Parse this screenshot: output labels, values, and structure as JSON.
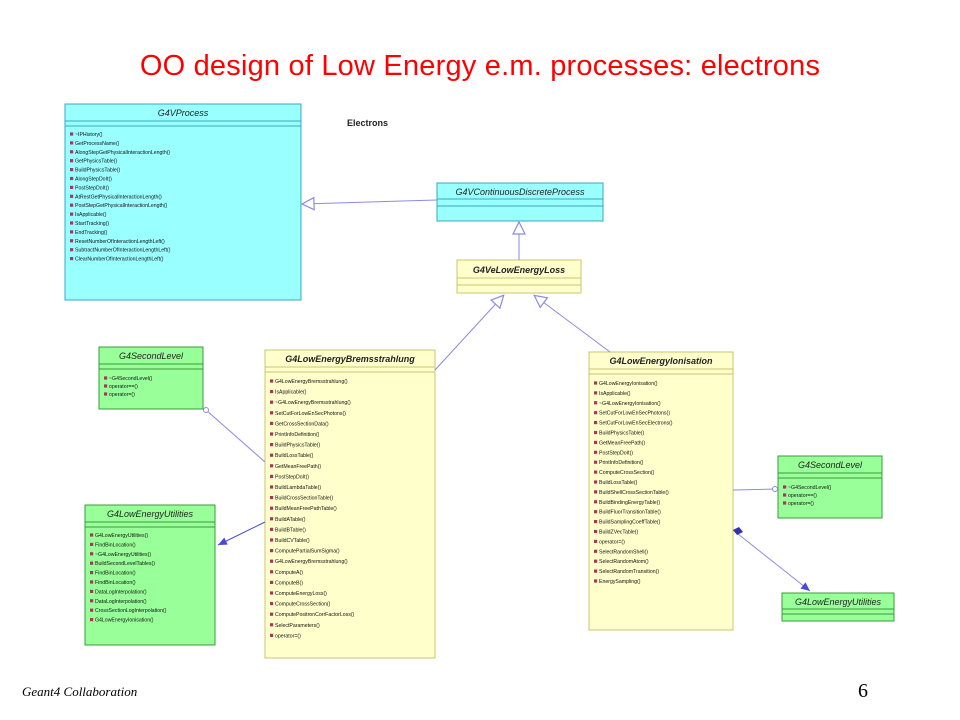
{
  "title": "OO design of Low Energy e.m. processes: electrons",
  "diagram_label": "Electrons",
  "footer": {
    "organization": "Geant4 Collaboration",
    "page_number": "6"
  },
  "colors": {
    "title": "#ff0000",
    "blue_class": "#99ffff",
    "blue_border": "#3aa7c2",
    "yellow_class": "#ffffcc",
    "yellow_border": "#c9c66f",
    "green_class": "#99ff99",
    "green_border": "#3b9a3b",
    "line": "#8a8ae6"
  },
  "classes": {
    "g4vprocess": {
      "name": "G4VProcess",
      "ops": [
        "~IPHistory()",
        "GetProcessName()",
        "AlongStepGetPhysicalInteractionLength()",
        "GetPhysicsTable()",
        "BuildPhysicsTable()",
        "AlongStepDoIt()",
        "PostStepDoIt()",
        "AtRestGetPhysicalInteractionLength()",
        "PostStepGetPhysicalInteractionLength()",
        "IsApplicable()",
        "StartTracking()",
        "EndTracking()",
        "ResetNumberOfInteractionLengthLeft()",
        "SubtractNumberOfInteractionLengthLeft()",
        "ClearNumberOfInteractionLengthLeft()"
      ]
    },
    "continuous_discrete": {
      "name": "G4VContinuousDiscreteProcess"
    },
    "low_energy_loss": {
      "name": "G4VeLowEnergyLoss"
    },
    "bremsstrahlung": {
      "name": "G4LowEnergyBremsstrahlung",
      "ops": [
        "G4LowEnergyBremsstrahlung()",
        "IsApplicable()",
        "~G4LowEnergyBremsstrahlung()",
        "SetCutForLowEnSecPhotons()",
        "GetCrossSectionData()",
        "PrintInfoDefinition()",
        "BuildPhysicsTable()",
        "BuildLossTable()",
        "GetMeanFreePath()",
        "PostStepDoIt()",
        "BuildLambdaTable()",
        "BuildCrossSectionTable()",
        "BuildMeanFreePathTable()",
        "BuildATable()",
        "BuildBTable()",
        "BuildCVTable()",
        "ComputePartialSumSigma()",
        "G4LowEnergyBremsstrahlung()",
        "ComputeA()",
        "ComputeB()",
        "ComputeEnergyLoss()",
        "ComputeCrossSection()",
        "ComputePositronCorrFactorLoss()",
        "SelectParameters()",
        "operator=()"
      ]
    },
    "ionisation": {
      "name": "G4LowEnergyIonisation",
      "ops": [
        "G4LowEnergyIonisation()",
        "IsApplicable()",
        "~G4LowEnergyIonisation()",
        "SetCutForLowEnSecPhotons()",
        "SetCutForLowEnSecElectrons()",
        "BuildPhysicsTable()",
        "GetMeanFreePath()",
        "PostStepDoIt()",
        "PrintInfoDefinition()",
        "ComputeCrossSection()",
        "BuildLossTable()",
        "BuildShellCrossSectionTable()",
        "BuildBindingEnergyTable()",
        "BuildFluorTransitionTable()",
        "BuildSamplingCoeffTable()",
        "BuildZVecTable()",
        "operator=()",
        "SelectRandomShell()",
        "SelectRandomAtom()",
        "SelectRandomTransition()",
        "EnergySampling()"
      ]
    },
    "second_level_left": {
      "name": "G4SecondLevel",
      "ops": [
        "~G4SecondLevel()",
        "operator==()",
        "operator=()"
      ]
    },
    "second_level_right": {
      "name": "G4SecondLevel",
      "ops": [
        "~G4SecondLevel()",
        "operator==()",
        "operator=()"
      ]
    },
    "utilities_left": {
      "name": "G4LowEnergyUtilities",
      "ops": [
        "G4LowEnergyUtilities()",
        "FindBinLocation()",
        "~G4LowEnergyUtilities()",
        "BuildSecondLevelTables()",
        "FindBinLocation()",
        "FindBinLocation()",
        "DataLogInterpolation()",
        "DataLogInterpolation()",
        "CrossSectionLogInterpolation()",
        "G4LowEnergyIonisation()"
      ]
    },
    "utilities_right": {
      "name": "G4LowEnergyUtilities"
    }
  }
}
